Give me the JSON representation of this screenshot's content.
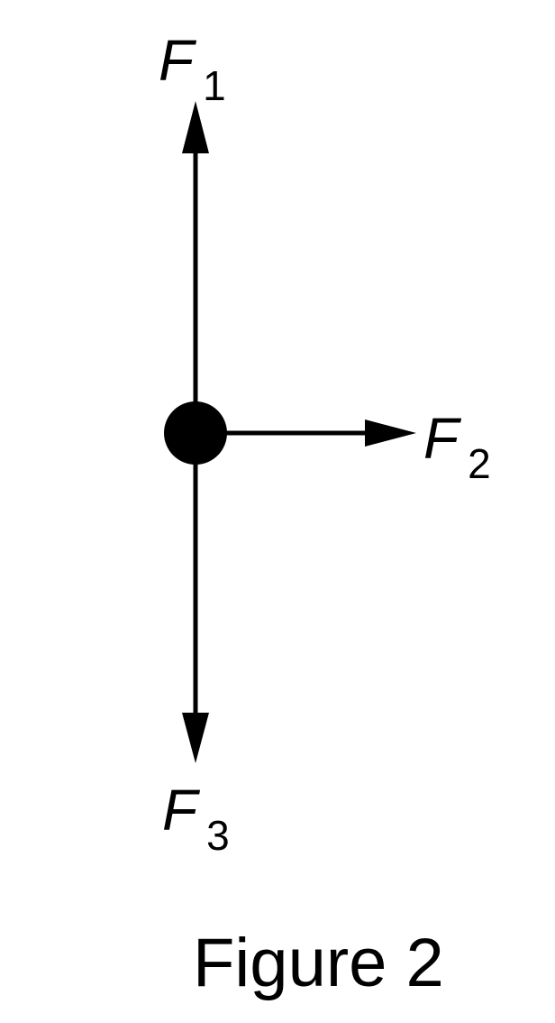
{
  "diagram": {
    "forces": [
      {
        "letter": "F",
        "subscript": "1"
      },
      {
        "letter": "F",
        "subscript": "2"
      },
      {
        "letter": "F",
        "subscript": "3"
      }
    ],
    "caption": "Figure 2"
  },
  "colors": {
    "ink": "#000000",
    "background": "#ffffff"
  }
}
